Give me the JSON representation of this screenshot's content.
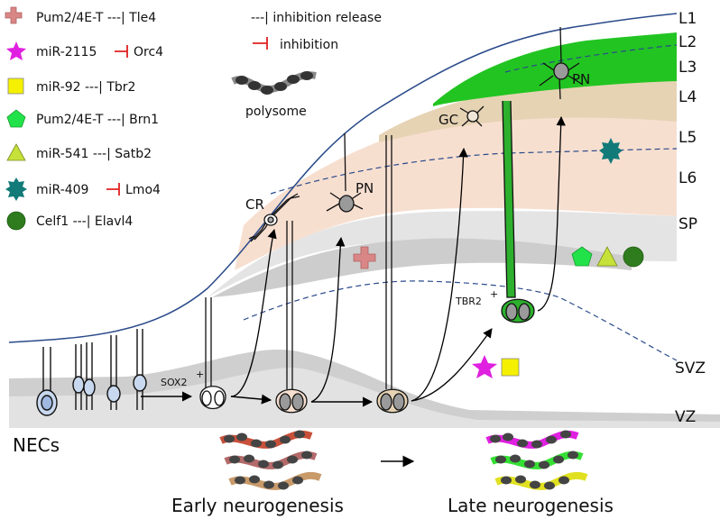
{
  "legend": [
    {
      "shape": "cross",
      "color": "#d98686",
      "text": "Pum2/4E-T ---| Tle4"
    },
    {
      "shape": "star",
      "color": "#e020e0",
      "pre": "miR-2115",
      "post": "Orc4",
      "inh": true
    },
    {
      "shape": "square",
      "color": "#f4f000",
      "text": "miR-92  ---| Tbr2"
    },
    {
      "shape": "pentagon",
      "color": "#22e24a",
      "text": "Pum2/4E-T ---| Brn1"
    },
    {
      "shape": "triangle",
      "color": "#c6e23a",
      "text": "miR-541 ---| Satb2"
    },
    {
      "shape": "gear",
      "color": "#127a78",
      "pre": "miR-409",
      "post": "Lmo4",
      "inh": true
    },
    {
      "shape": "circle",
      "color": "#2f7c1e",
      "text": "Celf1 ---| Elavl4"
    }
  ],
  "key": {
    "release": "---| inhibition release",
    "inhibition": "inhibition"
  },
  "polysome": "polysome",
  "layers": [
    "L1",
    "L2",
    "L3",
    "L4",
    "L5",
    "L6",
    "SP",
    "SVZ",
    "VZ"
  ],
  "cells": {
    "cr": "CR",
    "pn": "PN",
    "gc": "GC",
    "sox2": "SOX2",
    "tbr2": "TBR2",
    "plus": "+"
  },
  "bottom": {
    "necs": "NECs",
    "early": "Early neurogenesis",
    "late": "Late neurogenesis"
  },
  "colors": {
    "green": "#22c422",
    "green_light": "#55e455",
    "tan": "#e6d3b4",
    "peach": "#f7dfd0",
    "grey_light": "#ececec",
    "grey": "#d2d2d2",
    "blue_line": "#2a4a8a",
    "inhibit_red": "#e02020"
  }
}
